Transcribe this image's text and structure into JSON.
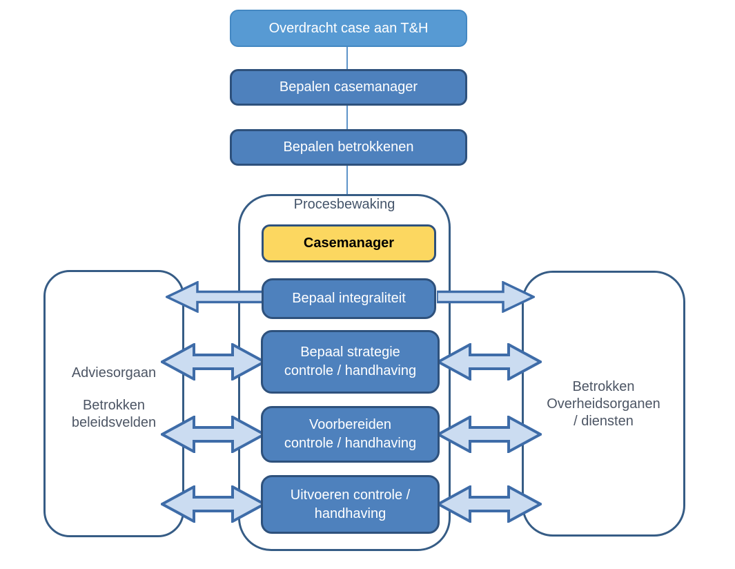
{
  "colors": {
    "page_bg": "#ffffff",
    "light_box_fill": "#579AD3",
    "light_box_border": "#4387C2",
    "blue_box_fill": "#4E81BD",
    "blue_box_border": "#2E517C",
    "yellow_box_fill": "#FCD760",
    "yellow_box_border": "#2E517C",
    "container_fill": "#ffffff",
    "container_border": "#365C85",
    "arrow_fill": "#CBDCF1",
    "arrow_border": "#3E6CA8",
    "connector": "#5D93C9",
    "box_text": "#FFFFFF",
    "manager_text": "#000000",
    "container_title_text": "#44546A",
    "side_label_text": "#4C5564"
  },
  "flow": [
    {
      "label": "Overdracht case aan T&H"
    },
    {
      "label": "Bepalen casemanager"
    },
    {
      "label": "Bepalen betrokkenen"
    }
  ],
  "process": {
    "title": "Procesbewaking",
    "manager": "Casemanager",
    "steps": [
      {
        "lines": [
          "Bepaal integraliteit"
        ]
      },
      {
        "lines": [
          "Bepaal strategie",
          "controle / handhaving"
        ]
      },
      {
        "lines": [
          "Voorbereiden",
          "controle / handhaving"
        ]
      },
      {
        "lines": [
          "Uitvoeren controle /",
          "handhaving"
        ]
      }
    ]
  },
  "left_panel": {
    "lines": [
      "Adviesorgaan",
      "Betrokken",
      "beleidsvelden"
    ]
  },
  "right_panel": {
    "lines": [
      "Betrokken",
      "Overheidsorganen",
      "/ diensten"
    ]
  }
}
